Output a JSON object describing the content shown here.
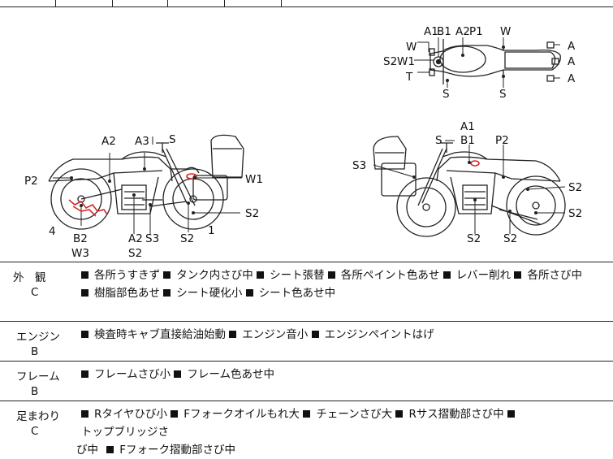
{
  "diagram_labels": {
    "top_view": [
      "A1",
      "B1",
      "A2",
      "P1",
      "W",
      "W",
      "S2",
      "W1",
      "T",
      "S",
      "S",
      "A",
      "A",
      "A"
    ],
    "left_view": [
      "A2",
      "A3",
      "S",
      "P2",
      "W1",
      "4",
      "B2",
      "W3",
      "A2",
      "S2",
      "S3",
      "S2",
      "1",
      "S2"
    ],
    "right_view": [
      "A1",
      "B1",
      "S",
      "P2",
      "S3",
      "S2",
      "S2",
      "S2",
      "S2"
    ]
  },
  "sections": [
    {
      "name": "外　観",
      "grade": "C",
      "lines": [
        [
          "各所うすきず",
          "タンク内さび中",
          "シート張替",
          "各所ペイント色あせ",
          "レバー削れ",
          "各所さび中"
        ],
        [
          "樹脂部色あせ",
          "シート硬化小",
          "シート色あせ中"
        ]
      ]
    },
    {
      "name": "エンジン",
      "grade": "B",
      "lines": [
        [
          "検査時キャブ直接給油始動",
          "エンジン音小",
          "エンジンペイントはげ"
        ]
      ]
    },
    {
      "name": "フレーム",
      "grade": "B",
      "lines": [
        [
          "フレームさび小",
          "フレーム色あせ中"
        ]
      ]
    },
    {
      "name": "足まわり",
      "grade": "C",
      "line1": [
        "Rタイヤひび小",
        "Fフォークオイルもれ大",
        "チェーンさび大",
        "Rサス摺動部さび中"
      ],
      "line1_tail": "トップブリッジさ",
      "line2_head": "び中",
      "line2": [
        "Fフォーク摺動部さび中"
      ]
    }
  ],
  "colors": {
    "damage_mark": "#d62828",
    "line": "#222222"
  }
}
